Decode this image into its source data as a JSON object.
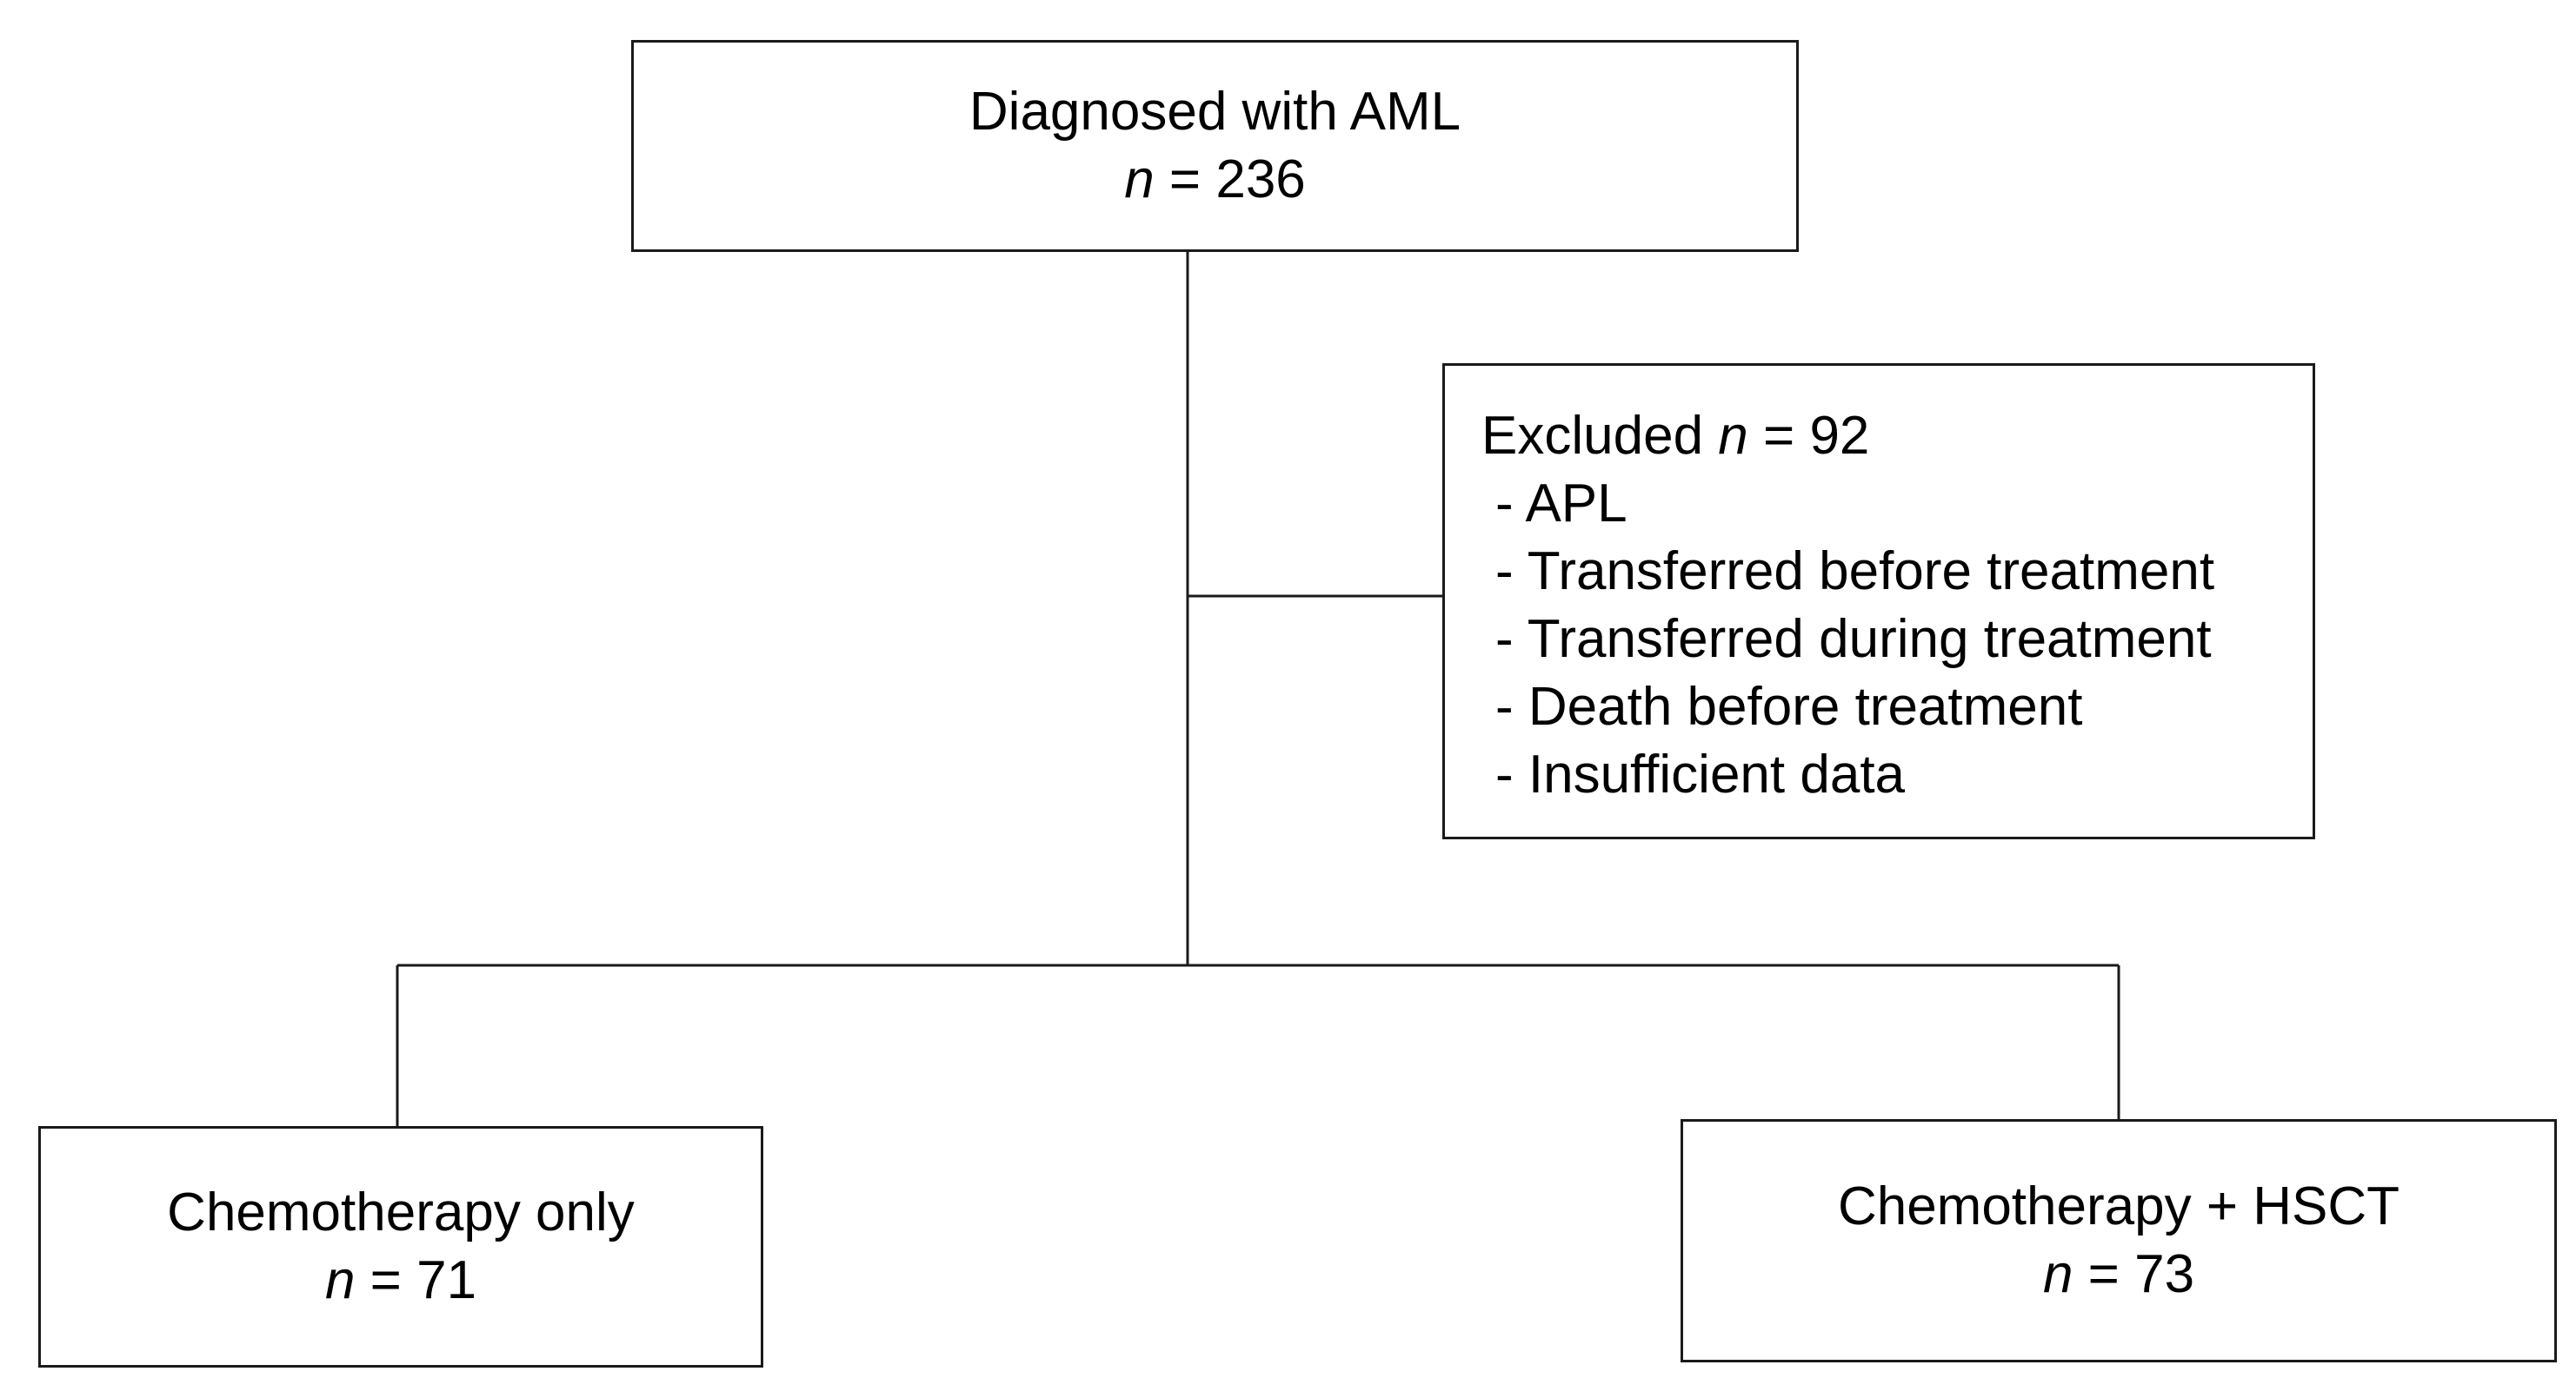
{
  "flowchart": {
    "diagnosed": {
      "label": "Diagnosed with AML",
      "n_symbol": "n",
      "n_value": "= 236"
    },
    "excluded": {
      "label": "Excluded",
      "n_symbol": "n",
      "n_value": "= 92",
      "reasons": [
        "- APL",
        "- Transferred before treatment",
        "- Transferred during treatment",
        "- Death before treatment",
        "- Insufficient data"
      ]
    },
    "chemo_only": {
      "label": "Chemotherapy only",
      "n_symbol": "n",
      "n_value": "= 71"
    },
    "chemo_hsct": {
      "label": "Chemotherapy + HSCT",
      "n_symbol": "n",
      "n_value": "= 73"
    }
  }
}
